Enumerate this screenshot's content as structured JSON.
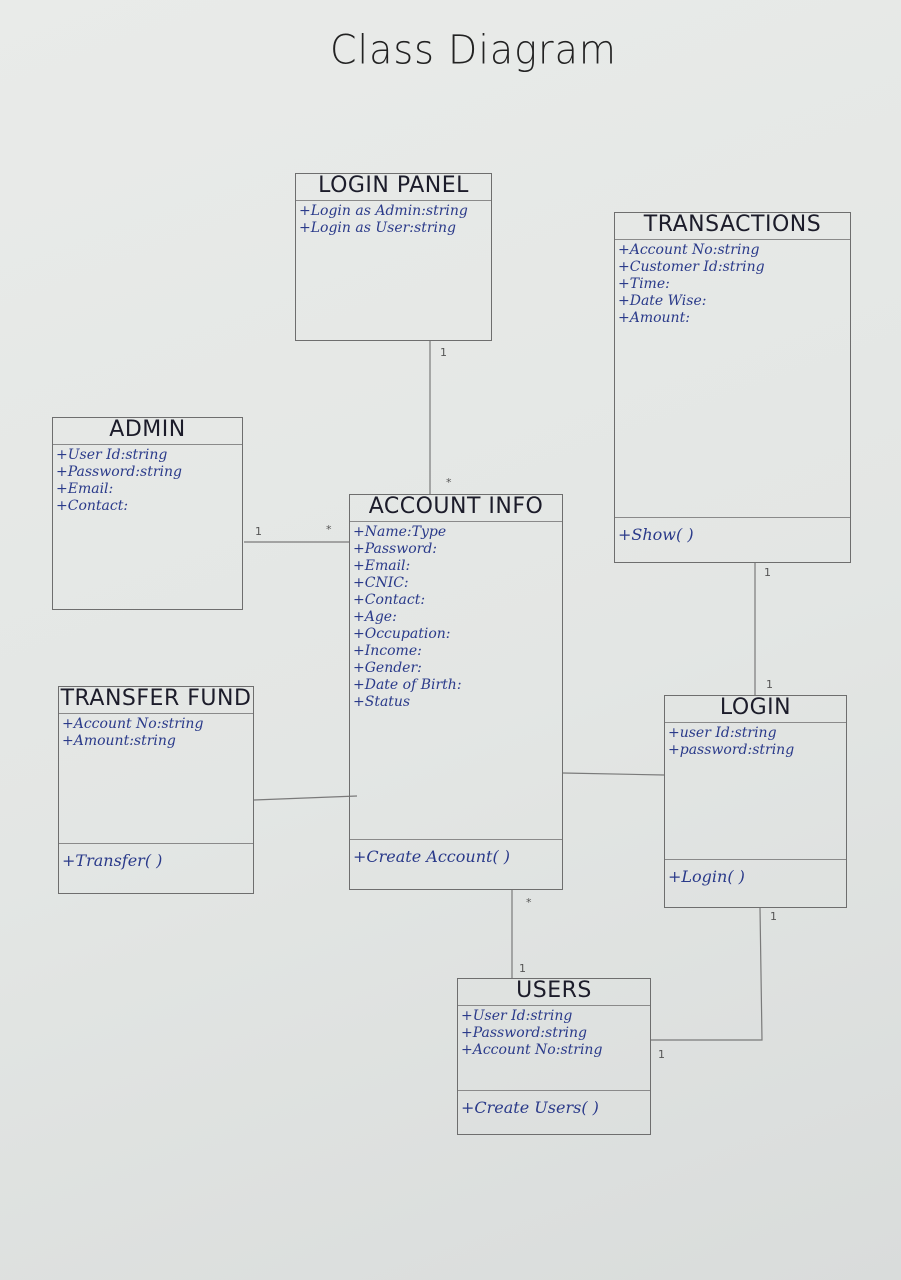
{
  "title": "Class Diagram",
  "classes": {
    "login_panel": {
      "name": "Login Panel",
      "attributes": [
        "+Login as Admin:string",
        "+Login as User:string"
      ],
      "operations": []
    },
    "transactions": {
      "name": "Transactions",
      "attributes": [
        "+Account No:string",
        "+Customer Id:string",
        "+Time:",
        "+Date Wise:",
        "+Amount:"
      ],
      "operations": [
        "+Show( )"
      ]
    },
    "admin": {
      "name": "Admin",
      "attributes": [
        "+User Id:string",
        "+Password:string",
        "+Email:",
        "+Contact:"
      ],
      "operations": []
    },
    "account_info": {
      "name": "Account Info",
      "attributes": [
        "+Name:Type",
        "+Password:",
        "+Email:",
        "+CNIC:",
        "+Contact:",
        "+Age:",
        "+Occupation:",
        "+Income:",
        "+Gender:",
        "+Date of Birth:",
        "+Status"
      ],
      "operations": [
        "+Create Account( )"
      ]
    },
    "transfer_fund": {
      "name": "Transfer Fund",
      "attributes": [
        "+Account No:string",
        "+Amount:string"
      ],
      "operations": [
        "+Transfer( )"
      ]
    },
    "login": {
      "name": "Login",
      "attributes": [
        "+user Id:string",
        "+password:string"
      ],
      "operations": [
        "+Login( )"
      ]
    },
    "users": {
      "name": "Users",
      "attributes": [
        "+User Id:string",
        "+Password:string",
        "+Account No:string"
      ],
      "operations": [
        "+Create Users( )"
      ]
    }
  },
  "multiplicities": {
    "one": "1",
    "many": "*"
  }
}
